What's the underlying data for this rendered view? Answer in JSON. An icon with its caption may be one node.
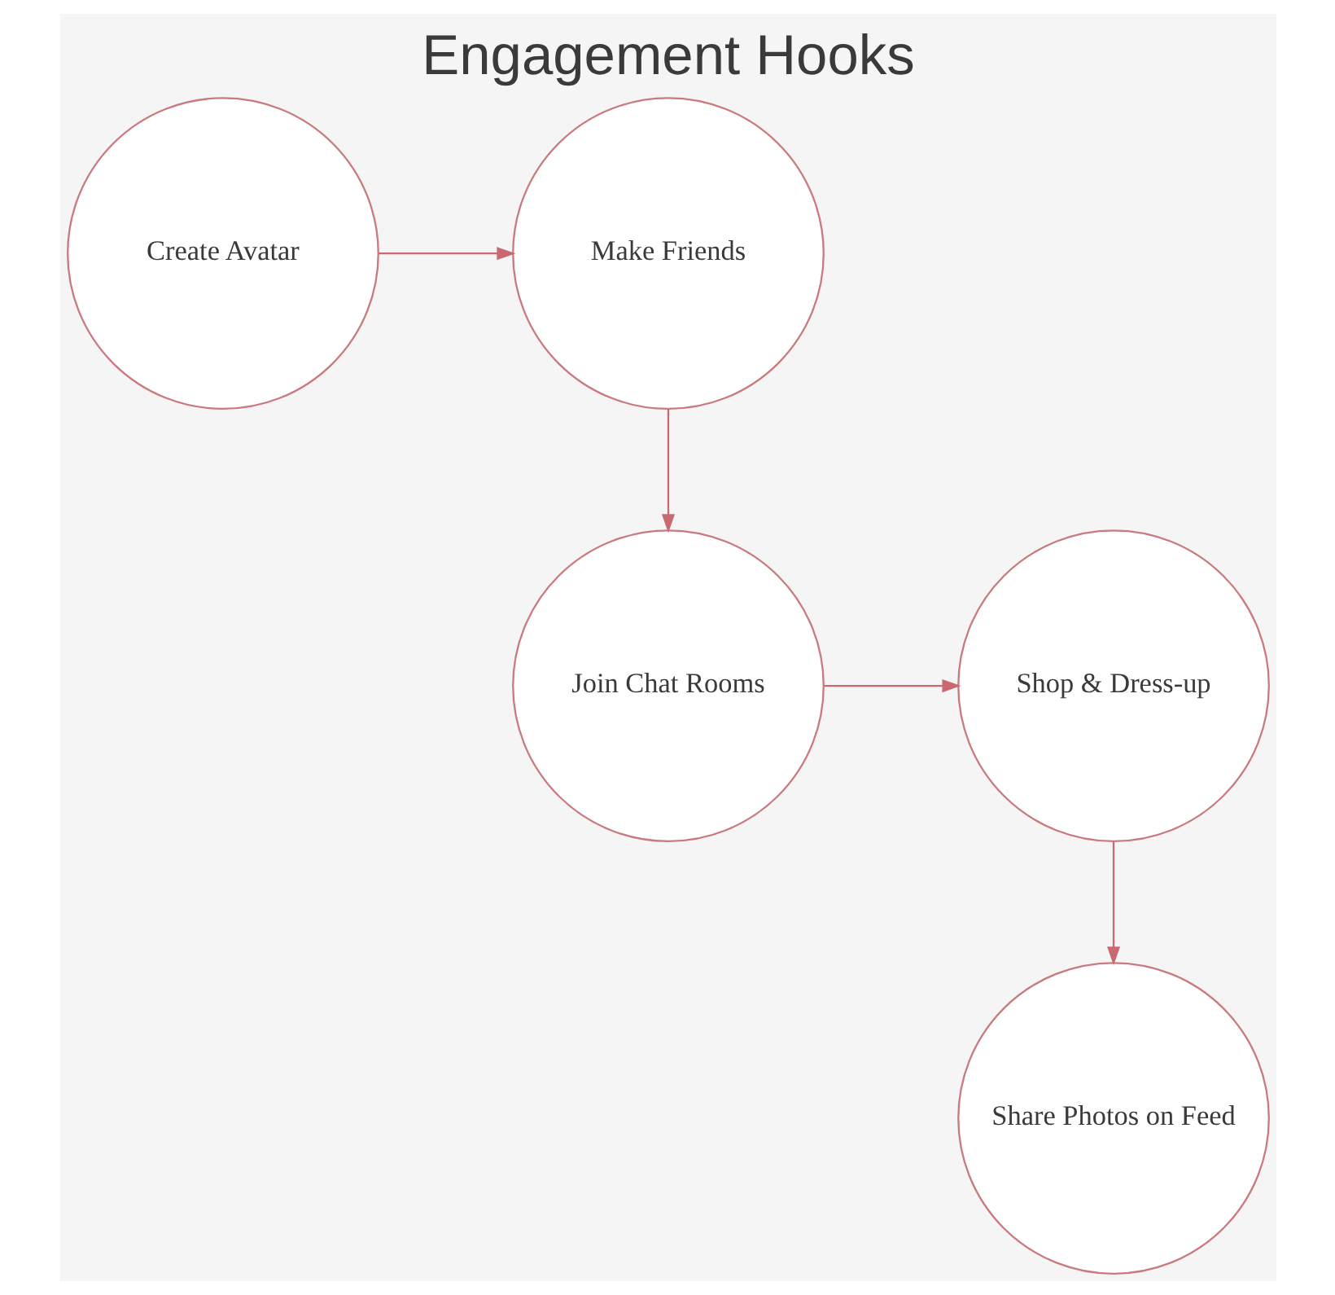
{
  "diagram": {
    "title": "Engagement Hooks",
    "nodes": [
      {
        "text": [
          "Create Avatar"
        ]
      },
      {
        "text": [
          "Make Friends"
        ]
      },
      {
        "text": [
          "Shop & Dress-up"
        ]
      },
      {
        "text": [
          "Join Chat Rooms"
        ]
      },
      {
        "text": [
          "Share Photos on Feed"
        ]
      }
    ],
    "edges": [
      {
        "from": 0,
        "to": 1,
        "arrow": "to"
      },
      {
        "from": 1,
        "to": 3,
        "arrow": "to"
      },
      {
        "from": 3,
        "to": 2,
        "arrow": "to"
      },
      {
        "from": 2,
        "to": 4,
        "arrow": "to"
      }
    ]
  }
}
